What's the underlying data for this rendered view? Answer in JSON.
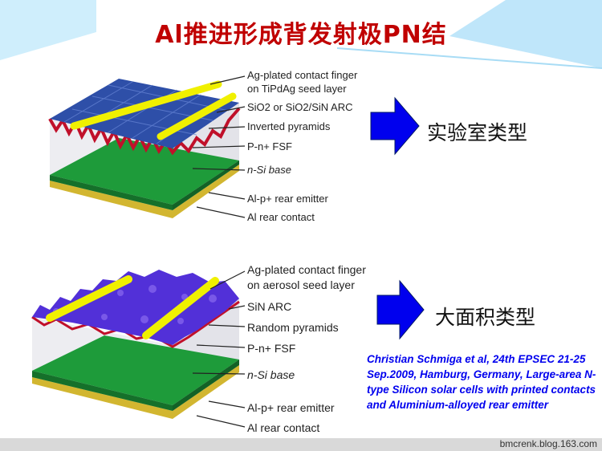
{
  "slide": {
    "title": "Al推进形成背发射极PN结",
    "top_diagram": {
      "labels": [
        "Ag-plated contact finger",
        "on TiPdAg seed layer",
        "SiO2 or SiO2/SiN ARC",
        "Inverted pyramids",
        "P-n+ FSF",
        "n-Si base",
        "Al-p+ rear emitter",
        "Al rear contact"
      ],
      "type_label": "实验室类型"
    },
    "bottom_diagram": {
      "labels": [
        "Ag-plated contact finger",
        "on aerosol seed layer",
        "SiN ARC",
        "Random pyramids",
        "P-n+ FSF",
        "n-Si base",
        "Al-p+ rear emitter",
        "Al rear contact"
      ],
      "type_label": "大面积类型"
    },
    "citation": "Christian Schmiga et al, 24th EPSEC 21-25 Sep.2009, Hamburg, Germany, Large-area N-type Silicon solar cells with printed contacts and Aluminium-alloyed rear emitter",
    "footer": "bmcrenk.blog.163.com"
  },
  "colors": {
    "title": "#c00000",
    "arrow": "#0000ee",
    "citation": "#0000ee",
    "base": "#1e9b3a",
    "contact": "#e0c020",
    "finger": "#f0f000"
  }
}
